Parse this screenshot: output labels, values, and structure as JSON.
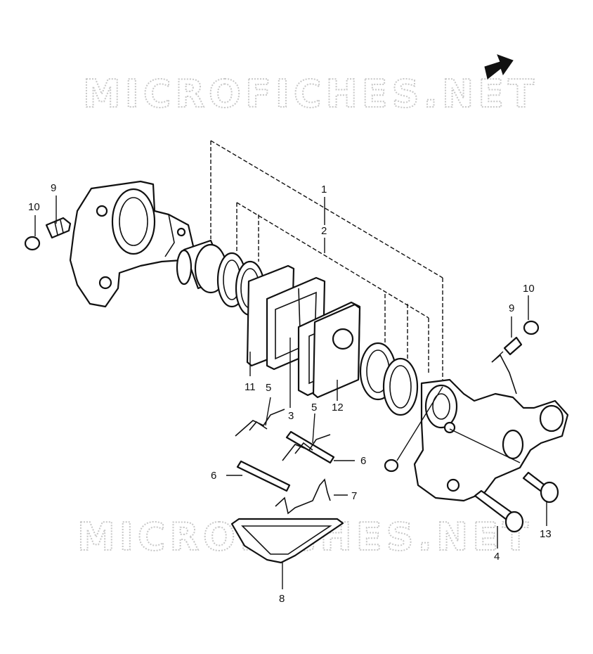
{
  "watermark": "MICROFICHES.NET",
  "labels": {
    "p1": "1",
    "p2": "2",
    "p3": "3",
    "p4": "4",
    "p5a": "5",
    "p5b": "5",
    "p6a": "6",
    "p6b": "6",
    "p7": "7",
    "p8": "8",
    "p9a": "9",
    "p9b": "9",
    "p10a": "10",
    "p10b": "10",
    "p11": "11",
    "p12": "12",
    "p13": "13"
  },
  "icons": {
    "direction": "arrow-right-icon"
  },
  "colors": {
    "line": "#111111",
    "watermark": "#c8c8c8",
    "background": "#ffffff"
  }
}
